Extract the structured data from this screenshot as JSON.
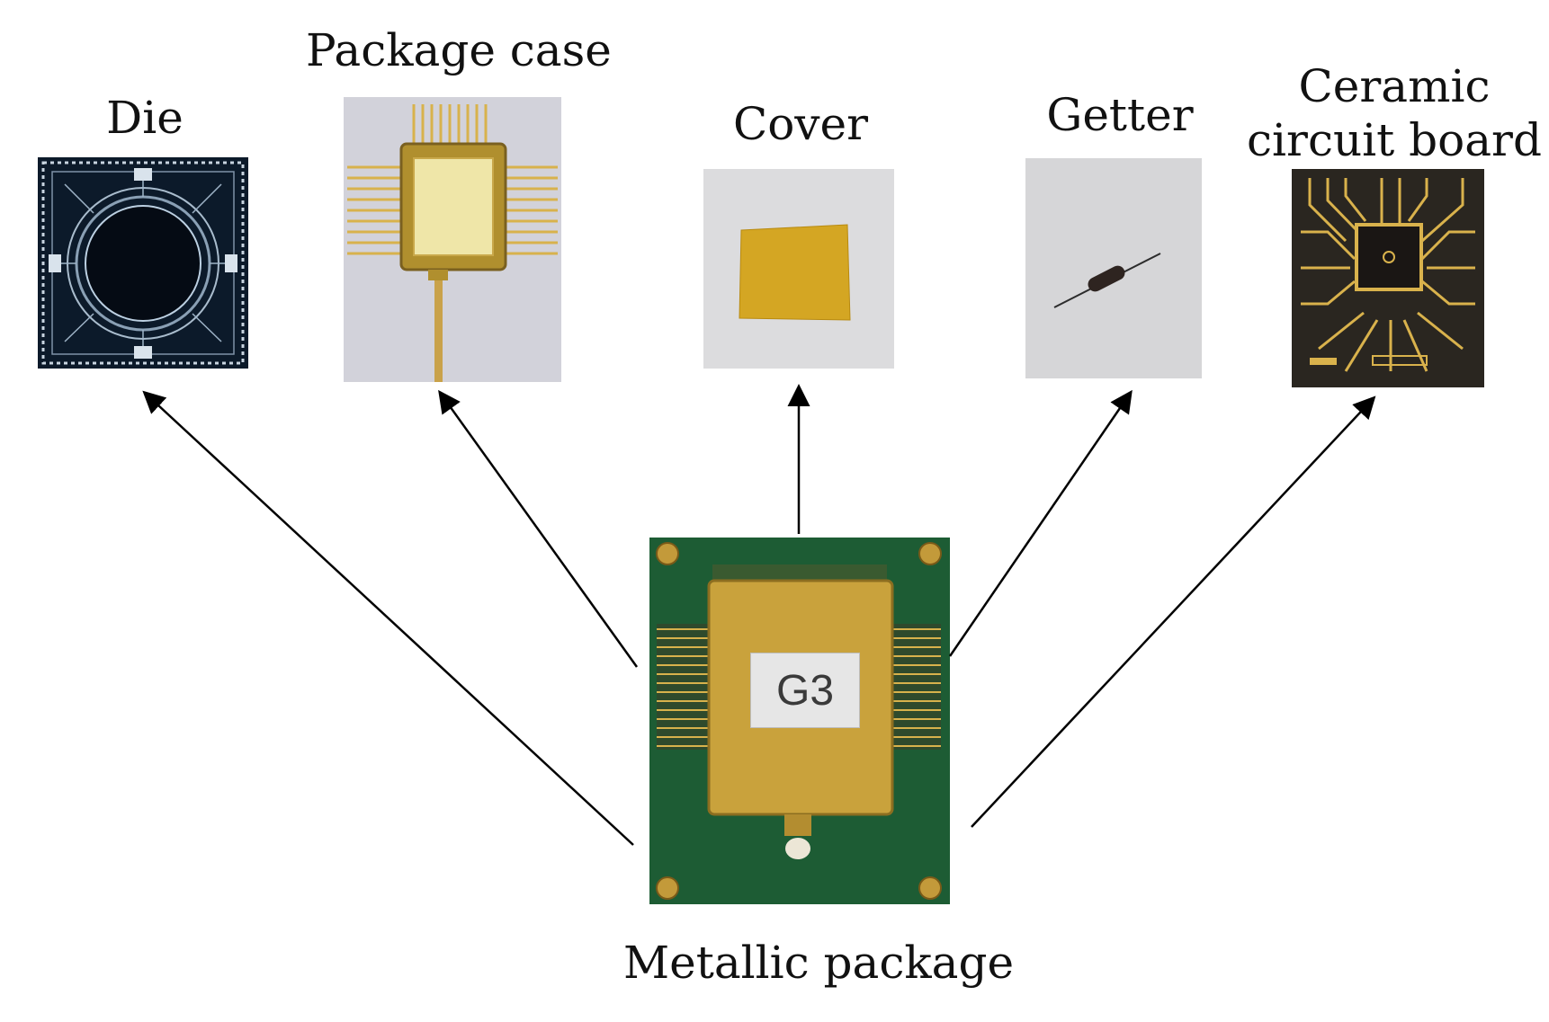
{
  "labels": {
    "die": "Die",
    "package_case": "Package case",
    "cover": "Cover",
    "getter": "Getter",
    "ceramic_line1": "Ceramic",
    "ceramic_line2": "circuit board",
    "metallic_package": "Metallic package",
    "g3_tag": "G3"
  },
  "colors": {
    "arrow": "#000000",
    "gold": "#d4b14a",
    "pcb_green": "#1d5c34",
    "die_background": "#0c1a2a",
    "ceramic_background": "#2a2620",
    "photo_background": "#dcdcde"
  }
}
